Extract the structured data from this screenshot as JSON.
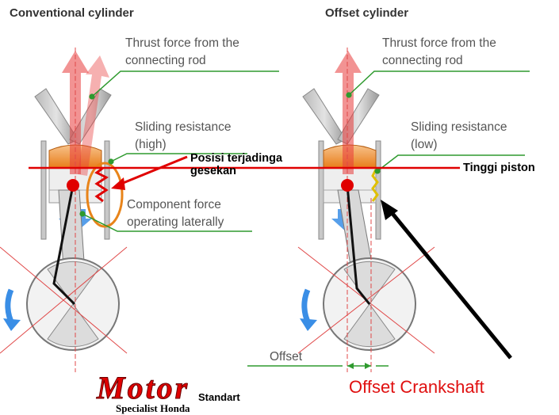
{
  "titles": {
    "left": "Conventional cylinder",
    "right": "Offset cylinder"
  },
  "labels": {
    "thrust_left": "Thrust force from the\nconnecting rod",
    "thrust_right": "Thrust force from the\nconnecting rod",
    "sliding_left": "Sliding resistance\n(high)",
    "sliding_right": "Sliding resistance\n(low)",
    "component_force": "Component force\noperating laterally",
    "offset": "Offset"
  },
  "annotations": {
    "friction_position": "Posisi terjadinga\ngesekan",
    "piston_height": "Tinggi piston",
    "crankshaft": "Offset Crankshaft"
  },
  "logo": {
    "brand": "Motor",
    "sub": "Standart",
    "tagline": "Specialist Honda"
  },
  "colors": {
    "annotation_red": "#e01010",
    "guide_green": "#2e9a2e",
    "piston_orange": "#f5a040",
    "arrow_blue": "#3a8ee6"
  }
}
